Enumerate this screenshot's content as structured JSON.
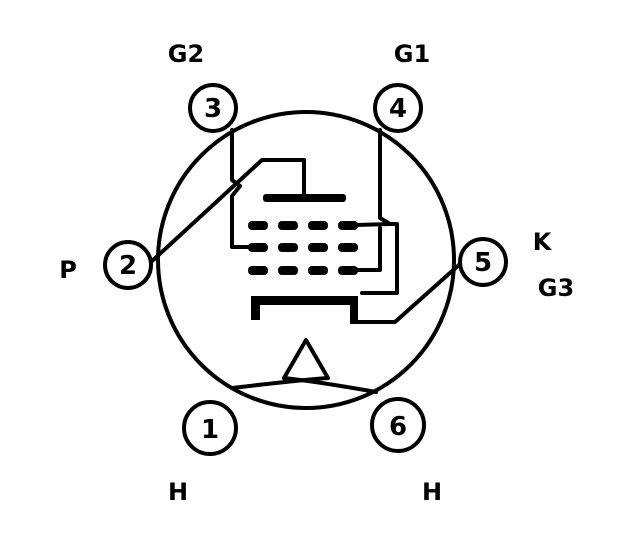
{
  "diagram": {
    "pins": [
      {
        "number": "1",
        "label": "H"
      },
      {
        "number": "2",
        "label": "P"
      },
      {
        "number": "3",
        "label": "G2"
      },
      {
        "number": "4",
        "label": "G1"
      },
      {
        "number": "5",
        "label": "K"
      },
      {
        "number": "6",
        "label": "H"
      }
    ],
    "extra_label_pin5": "G3",
    "ink_color": "#000000",
    "background_color": "#ffffff"
  }
}
